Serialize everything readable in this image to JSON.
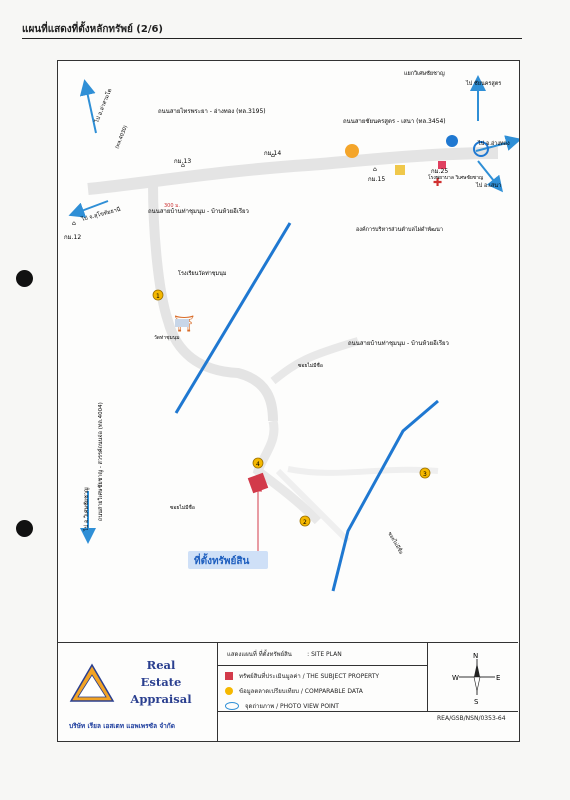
{
  "header": {
    "title": "แผนที่แสดงที่ตั้งหลักทรัพย์ (2/6)"
  },
  "map": {
    "labels": {
      "to_lopburi": "ไป อ.ล่าสามโต",
      "hwy_4030": "(ทล.4030)",
      "to_sukhothai": "ไป จ.สุโขทัยธานี",
      "km12": "กม.12",
      "km13": "กม.13",
      "km14": "กม.14",
      "km15": "กม.15",
      "km25": "กม.25",
      "dist_300": "300 ม.",
      "road_3195": "ถนนสายไทรพระยา - อ่างทอง (ทล.3195)",
      "road_3454": "ถนนสายชัยนครสูตร - เสนา (ทล.3454)",
      "road_chumnum": "ถนนสายบ้านท่าชุมนุม - บ้านห้วยอีเรียว",
      "road_chumnum2": "ถนนสายบ้านท่าชุมนุม - บ้านห้วยอีเรียว",
      "road_4004": "ถนนสายวิเศษชัยชาญ - สวรรค์ถนนจ่อ (ทล.4004)",
      "to_wiset": "ไป อ.วิเศษชัยชาญ",
      "to_chaiyasut": "ไป ชัยนครสูตร",
      "to_angthong": "ไป จ.อ่างทอง",
      "to_sena": "ไป อ.เสนา",
      "intersection": "แยกวิเศษชัยชาญ",
      "hospital": "โรงพยาบาล\nวิเศษชัยชาญ",
      "sao": "องค์การบริหารส่วนตำบลไผ่ดำพัฒนา",
      "school": "โรงเรียนวัดท่าชุมนุม",
      "temple": "วัดท่าชุมนุม",
      "alley1": "ซอยไม่มีชื่อ",
      "alley2": "ซอยไม่มีชื่อ",
      "alley3": "ซอยไม่มีชื่อ",
      "property": "ที่ตั้งทรัพย์สิน"
    },
    "comparables": [
      "1",
      "2",
      "3",
      "4"
    ]
  },
  "legend": {
    "brand_line1": "Real",
    "brand_line2": "Estate",
    "brand_line3": "Appraisal",
    "company": "บริษัท เรียล เอสเตท แอพเพรซัล จำกัด",
    "title_prefix": "แสดงแผนที่ ที่ตั้งทรัพย์สิน",
    "title_suffix": ": SITE PLAN",
    "item_subject": "ทรัพย์สินที่ประเมินมูลค่า / THE SUBJECT PROPERTY",
    "item_comparable": "ข้อมูลตลาดเปรียบเทียบ / COMPARABLE DATA",
    "item_photo": "จุดถ่ายภาพ / PHOTO VIEW POINT",
    "ref": "REA/GSB/NSN/0353-64",
    "compass_n": "N",
    "compass_s": "S",
    "compass_e": "E",
    "compass_w": "W"
  },
  "colors": {
    "road": "#e9e9e9",
    "canal": "#1f78d1",
    "property": "#d23a4a",
    "comparable": "#f5b800",
    "arrow": "#2f8fd6"
  }
}
